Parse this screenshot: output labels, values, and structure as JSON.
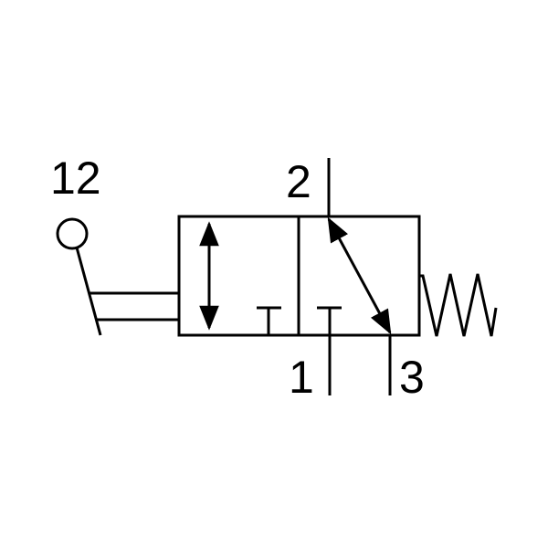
{
  "diagram": {
    "labels": {
      "pilot_port": "12",
      "outlet_port": "2",
      "supply_port": "1",
      "exhaust_port": "3"
    },
    "colors": {
      "stroke": "#000000",
      "background": "#ffffff"
    },
    "icons": {
      "actuator": "lever-actuator-icon",
      "return": "spring-return-icon",
      "closed_port": "blocked-port-icon",
      "flow": "flow-arrow-icon"
    }
  }
}
